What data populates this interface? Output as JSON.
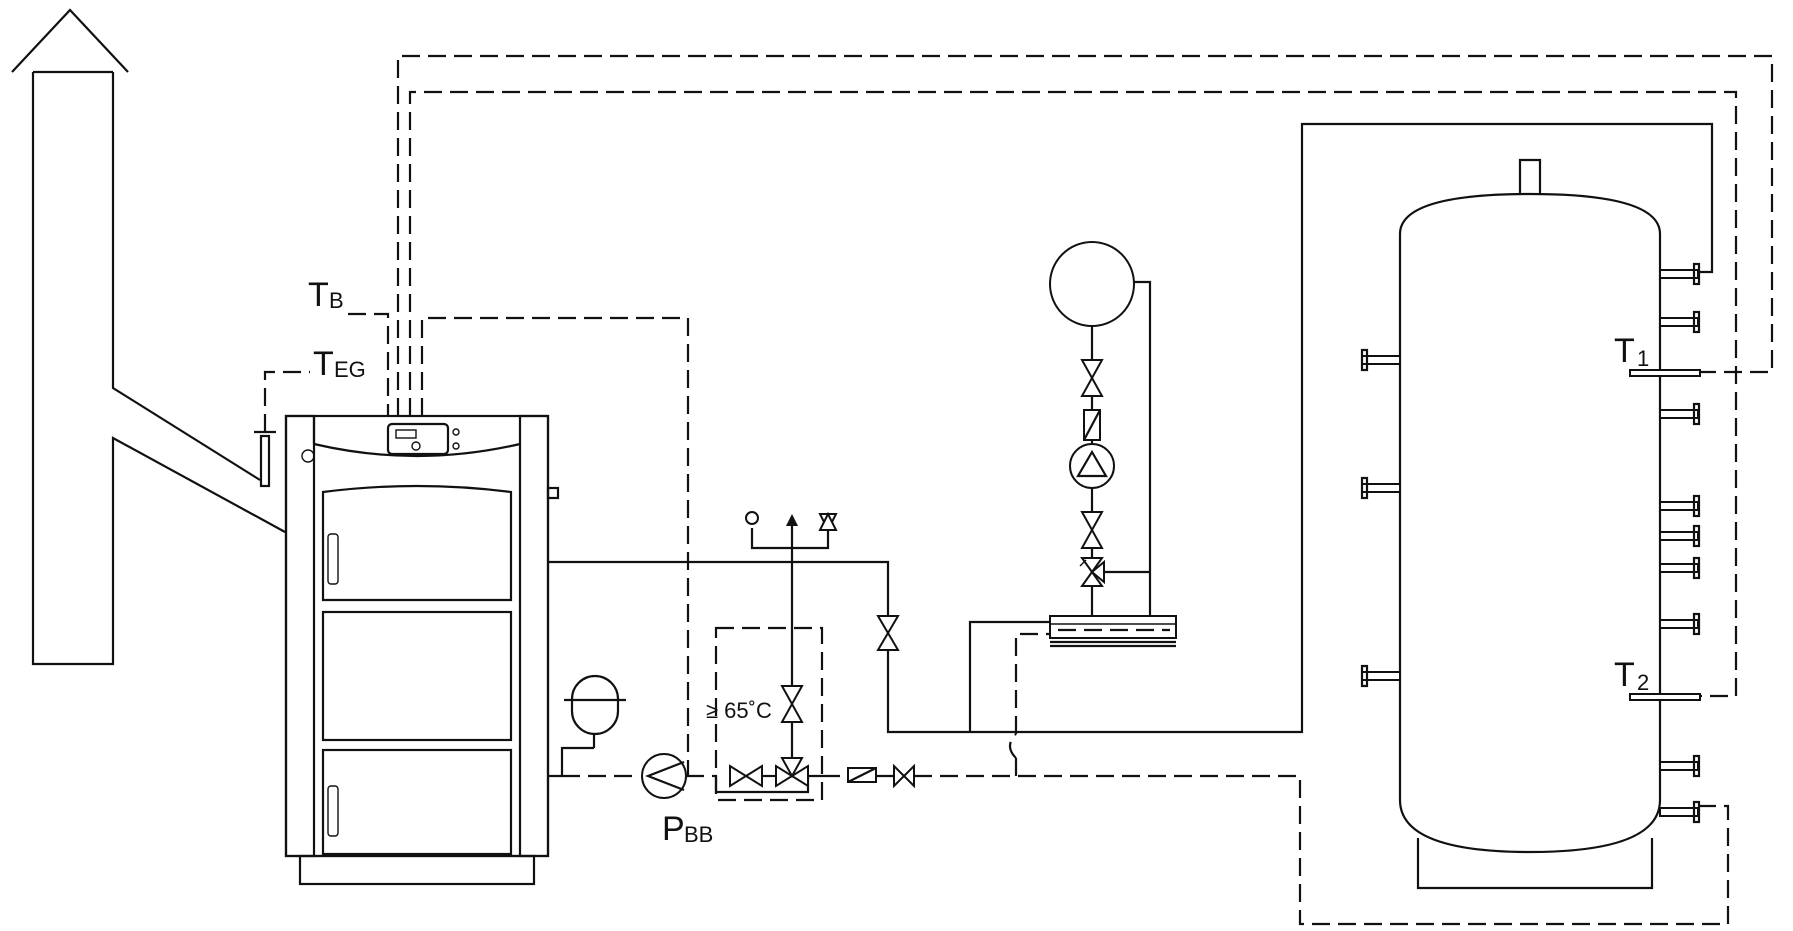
{
  "labels": {
    "tb_main": "T",
    "tb_sub": "B",
    "teg_main": "T",
    "teg_sub": "EG",
    "t1_main": "T",
    "t1_sub": "1",
    "t2_main": "T",
    "t2_sub": "2",
    "pbb_main": "P",
    "pbb_sub": "BB",
    "min_temp": "≥ 65˚C"
  }
}
